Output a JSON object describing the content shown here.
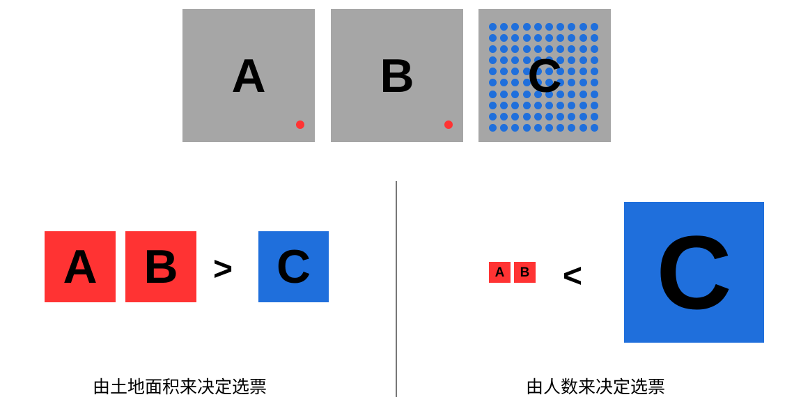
{
  "regions": [
    {
      "label": "A"
    },
    {
      "label": "B"
    },
    {
      "label": "C"
    }
  ],
  "left_panel": {
    "boxes": [
      "A",
      "B",
      "C"
    ],
    "operator": ">",
    "caption": "由土地面积来决定选票"
  },
  "right_panel": {
    "boxes": [
      "A",
      "B",
      "C"
    ],
    "operator": "<",
    "caption": "由人数来决定选票"
  },
  "colors": {
    "region_gray": "#a6a6a6",
    "red": "#ff3333",
    "blue": "#1f6fdc",
    "divider": "#777777"
  },
  "dot_grid": {
    "columns": 10,
    "rows": 10
  }
}
